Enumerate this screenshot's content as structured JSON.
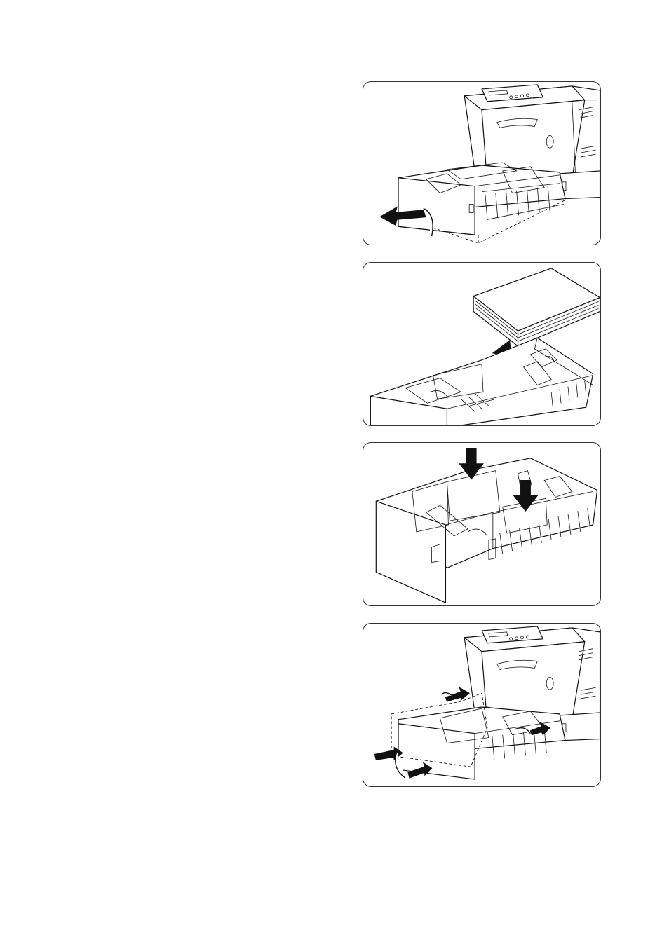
{
  "figures": [
    {
      "id": "remove-tray",
      "icon": "printer-tray-pull-out-illustration"
    },
    {
      "id": "load-paper-stack",
      "icon": "paper-stack-lift-illustration"
    },
    {
      "id": "press-guides",
      "icon": "tray-guides-press-illustration"
    },
    {
      "id": "insert-tray",
      "icon": "printer-tray-insert-illustration"
    }
  ],
  "colors": {
    "line": "#111111",
    "background": "#ffffff",
    "border": "#333333"
  }
}
